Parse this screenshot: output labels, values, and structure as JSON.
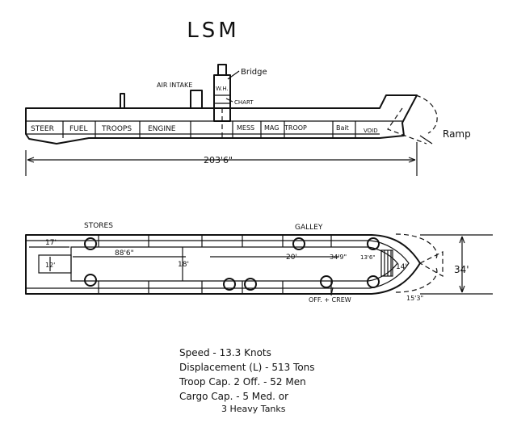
{
  "title": "LSM",
  "profile": {
    "bridge": "Bridge",
    "air_intake": "AIR INTAKE",
    "wh": "W.H.",
    "chart": "CHART",
    "ramp": "Ramp",
    "compartments": [
      "STEER",
      "FUEL",
      "TROOPS",
      "ENGINE",
      "MESS",
      "MAG",
      "TROOP",
      "Bait",
      "VOID"
    ],
    "length": "203'6\""
  },
  "plan": {
    "stores": "STORES",
    "galley": "GALLEY",
    "officers_crew": "OFF. + CREW",
    "dims": {
      "stern": "17'",
      "small": "12'",
      "well_length": "88'6\"",
      "well_width": "18'",
      "d20": "20'",
      "d34_9": "34'9\"",
      "d13_6": "13'6\"",
      "d14": "14'",
      "beam": "34'",
      "d15_3": "15'3\""
    }
  },
  "specs": {
    "speed": "Speed - 13.3 Knots",
    "displacement": "Displacement (L) - 513 Tons",
    "troop": "Troop Cap. 2 Off. - 52 Men",
    "cargo": "Cargo Cap. - 5 Med. or",
    "cargo2": "3 Heavy Tanks"
  }
}
